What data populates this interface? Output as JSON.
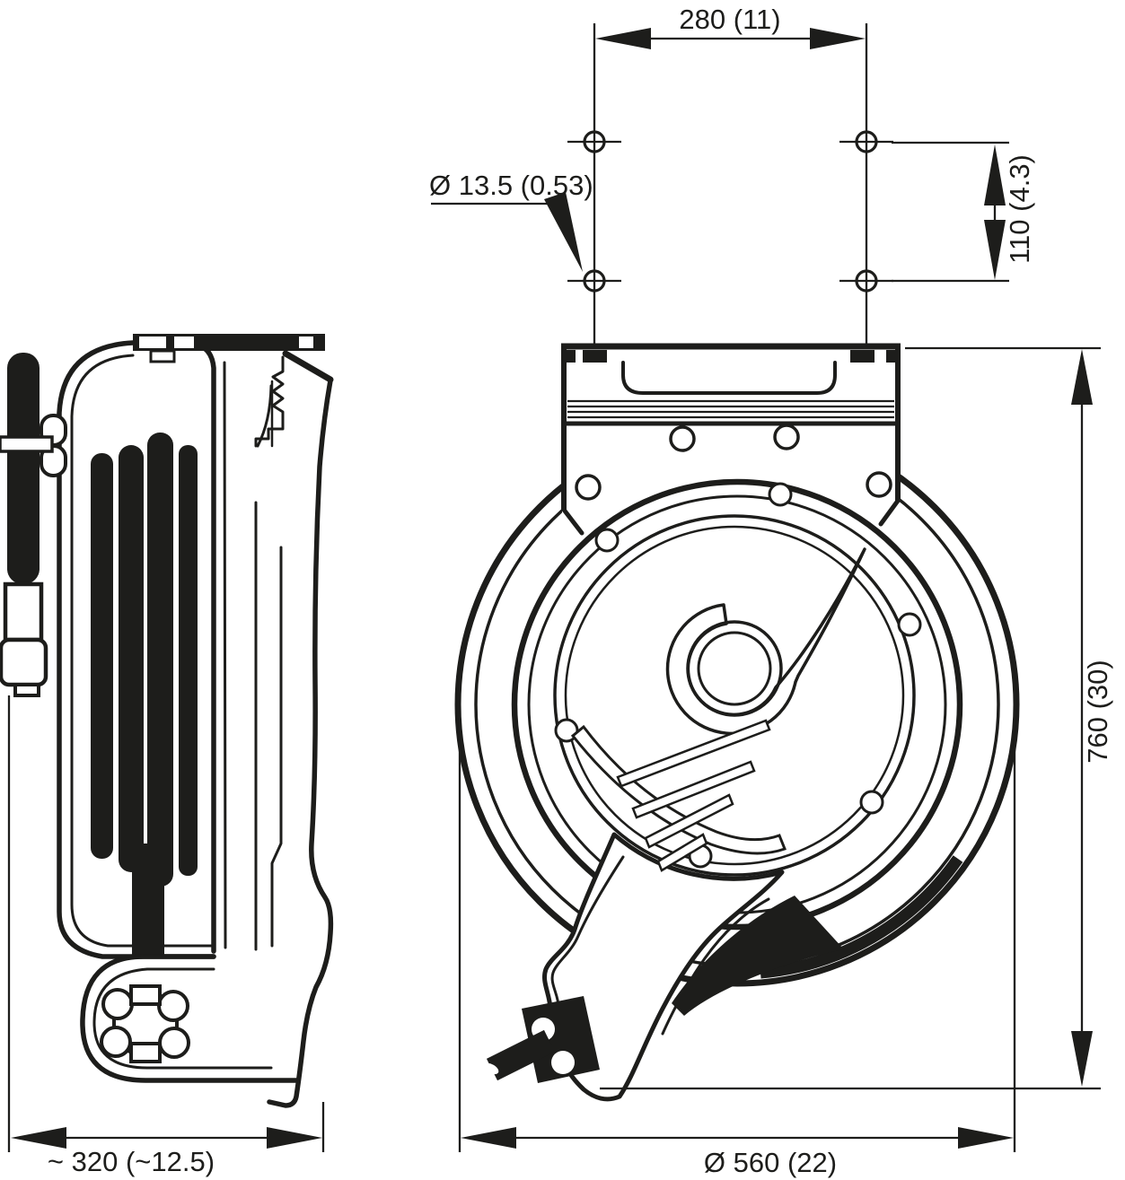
{
  "drawing": {
    "type": "technical-dimension-drawing",
    "subject": "spring hose reel, side view and front view",
    "colors": {
      "ink": "#1d1d1b",
      "background": "#ffffff"
    },
    "dims": {
      "mounting_width": "280 (11)",
      "hole_diameter": "Ø 13.5 (0.53)",
      "hole_vertical_spacing": "110 (4.3)",
      "overall_height": "760 (30)",
      "overall_depth": "~ 320 (~12.5)",
      "reel_diameter": "Ø 560 (22)"
    }
  }
}
